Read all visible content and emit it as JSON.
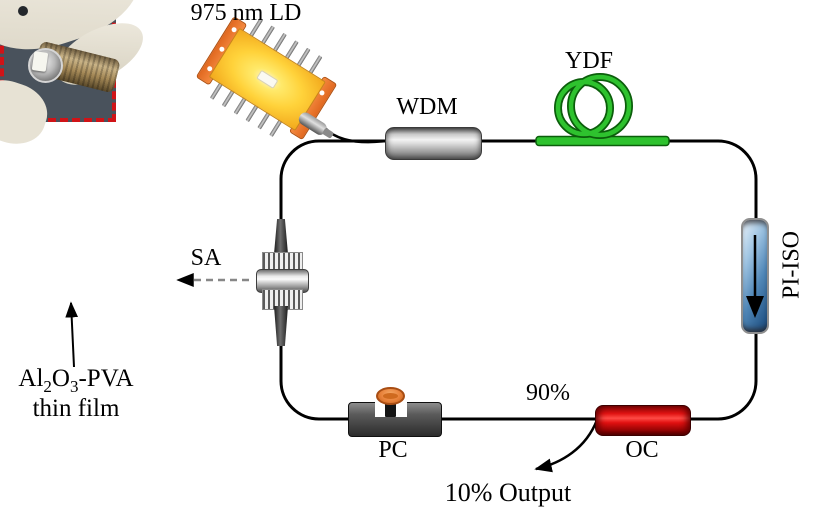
{
  "labels": {
    "pump": "975 nm LD",
    "wdm": "WDM",
    "ydf": "YDF",
    "isolator": "PI-ISO",
    "sa": "SA",
    "pc": "PC",
    "oc": "OC",
    "ring_ratio": "90%",
    "output": "10% Output",
    "film": {
      "el1": "Al",
      "sub1": "2",
      "el2": "O",
      "sub2": "3",
      "tail": "-PVA",
      "line2": "thin film"
    }
  },
  "colors": {
    "fiber_black": "#000000",
    "ydf_green": "#2ec22e",
    "iso_blue": "#2a5f93",
    "oc_red": "#dd1111",
    "pc_knob_orange": "#e8813a",
    "ld_yellow": "#ffd23a",
    "inset_border_red": "#d01317"
  }
}
